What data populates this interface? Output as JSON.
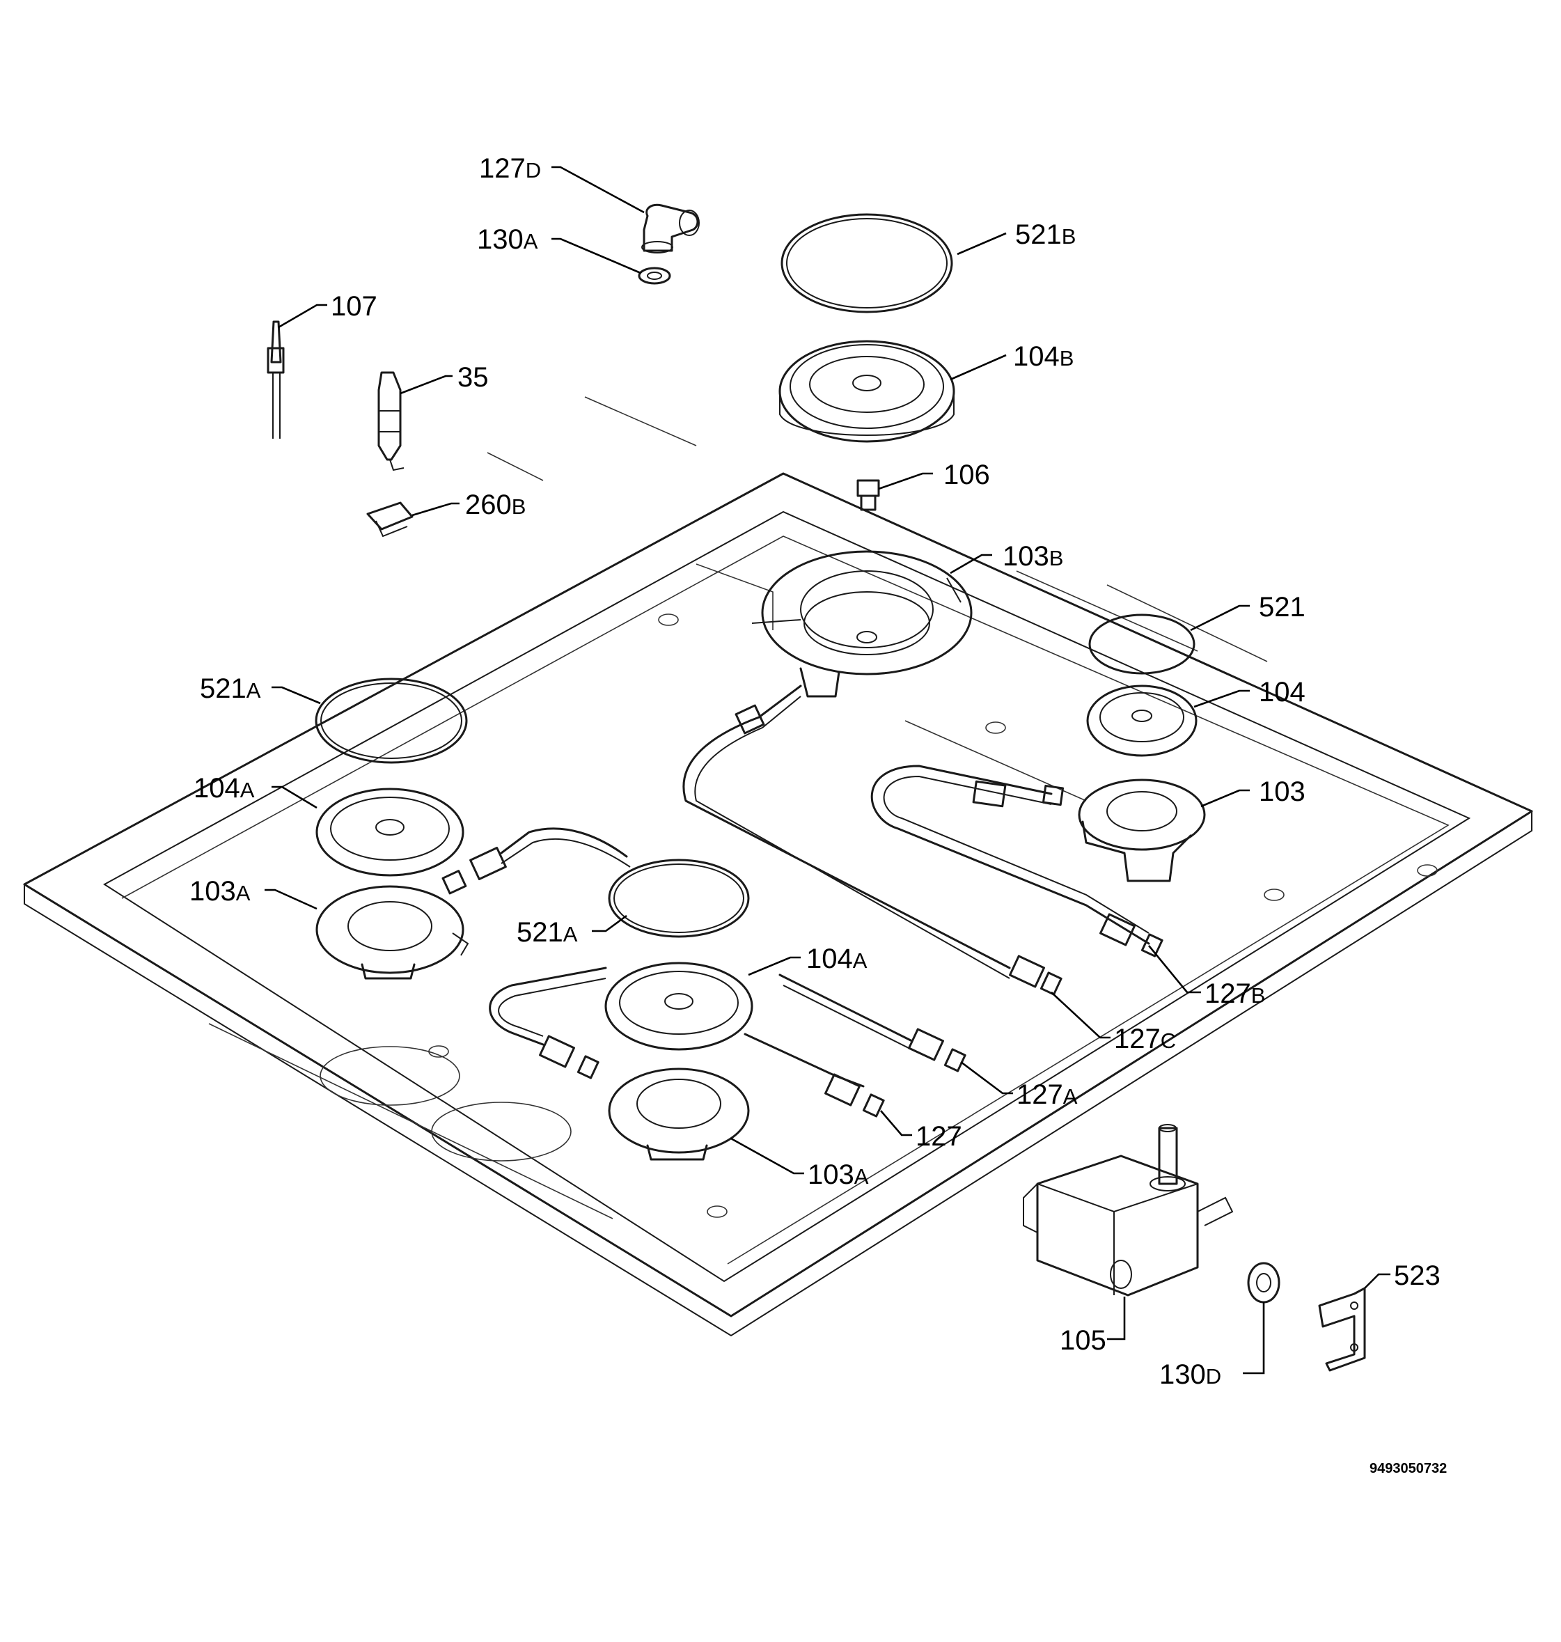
{
  "callouts": {
    "c127d": {
      "num": "127",
      "suf": "D"
    },
    "c130a": {
      "num": "130",
      "suf": "A"
    },
    "c521b": {
      "num": "521",
      "suf": "B"
    },
    "c107": {
      "num": "107",
      "suf": ""
    },
    "c35": {
      "num": "35",
      "suf": ""
    },
    "c104b": {
      "num": "104",
      "suf": "B"
    },
    "c106": {
      "num": "106",
      "suf": ""
    },
    "c260b": {
      "num": "260",
      "suf": "B"
    },
    "c103b": {
      "num": "103",
      "suf": "B"
    },
    "c521": {
      "num": "521",
      "suf": ""
    },
    "c104": {
      "num": "104",
      "suf": ""
    },
    "c103": {
      "num": "103",
      "suf": ""
    },
    "c521a_1": {
      "num": "521",
      "suf": "A"
    },
    "c104a_1": {
      "num": "104",
      "suf": "A"
    },
    "c103a_1": {
      "num": "103",
      "suf": "A"
    },
    "c521a_2": {
      "num": "521",
      "suf": "A"
    },
    "c104a_2": {
      "num": "104",
      "suf": "A"
    },
    "c127b": {
      "num": "127",
      "suf": "B"
    },
    "c127c": {
      "num": "127",
      "suf": "C"
    },
    "c127a": {
      "num": "127",
      "suf": "A"
    },
    "c127": {
      "num": "127",
      "suf": ""
    },
    "c103a_2": {
      "num": "103",
      "suf": "A"
    },
    "c523": {
      "num": "523",
      "suf": ""
    },
    "c105": {
      "num": "105",
      "suf": ""
    },
    "c130d": {
      "num": "130",
      "suf": "D"
    }
  },
  "drawing_code": "9493050732"
}
